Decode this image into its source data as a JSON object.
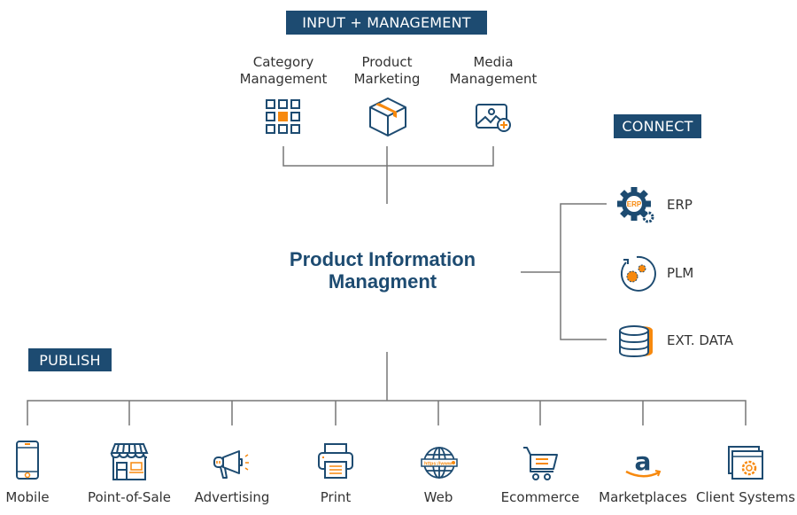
{
  "colors": {
    "navy": "#1d4b71",
    "orange": "#f7890e",
    "line": "#777777"
  },
  "input_section": {
    "badge": "INPUT + MANAGEMENT",
    "items": [
      {
        "label_line1": "Category",
        "label_line2": "Management",
        "icon": "grid-icon"
      },
      {
        "label_line1": "Product",
        "label_line2": "Marketing",
        "icon": "box-icon"
      },
      {
        "label_line1": "Media",
        "label_line2": "Management",
        "icon": "image-add-icon"
      }
    ]
  },
  "center": {
    "title_line1": "Product Information",
    "title_line2": "Managment"
  },
  "connect_section": {
    "badge": "CONNECT",
    "items": [
      {
        "label": "ERP",
        "icon": "erp-gear-icon",
        "icon_text": "ERP"
      },
      {
        "label": "PLM",
        "icon": "lifecycle-gears-icon"
      },
      {
        "label": "EXT. DATA",
        "icon": "database-icon"
      }
    ]
  },
  "publish_section": {
    "badge": "PUBLISH",
    "items": [
      {
        "label": "Mobile",
        "icon": "smartphone-icon"
      },
      {
        "label": "Point-of-Sale",
        "icon": "storefront-icon"
      },
      {
        "label": "Advertising",
        "icon": "megaphone-icon"
      },
      {
        "label": "Print",
        "icon": "printer-icon"
      },
      {
        "label": "Web",
        "icon": "globe-icon",
        "icon_text": "https://www"
      },
      {
        "label": "Ecommerce",
        "icon": "shopping-cart-icon"
      },
      {
        "label": "Marketplaces",
        "icon": "amazon-icon",
        "icon_text": "a"
      },
      {
        "label": "Client Systems",
        "icon": "windows-gear-icon"
      }
    ]
  }
}
